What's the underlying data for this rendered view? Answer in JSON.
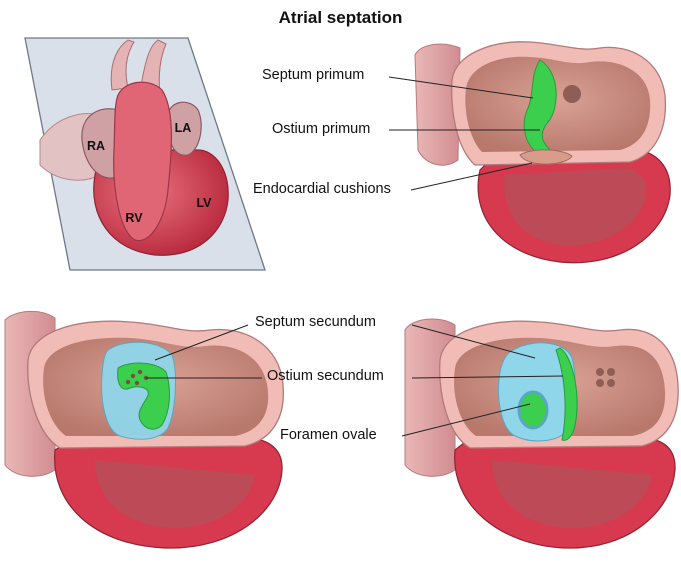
{
  "title": "Atrial septation",
  "orientation_heart": {
    "chamber_labels": {
      "ra": "RA",
      "la": "LA",
      "rv": "RV",
      "lv": "LV"
    }
  },
  "panel_primum": {
    "labels": {
      "septum_primum": "Septum primum",
      "ostium_primum": "Ostium primum",
      "endocardial_cushions": "Endocardial cushions"
    }
  },
  "panel_secundum": {
    "labels": {
      "septum_secundum": "Septum secundum",
      "ostium_secundum": "Ostium secundum"
    }
  },
  "panel_ovale": {
    "labels": {
      "foramen_ovale": "Foramen ovale"
    }
  },
  "colors": {
    "septum_primum": "#3ccf4e",
    "septum_secundum": "#8fd6ea",
    "myocardium": "#d9445a",
    "wall": "#f1b9b4",
    "cavity": "#c98b7f",
    "plane": "#cdd9e6"
  }
}
